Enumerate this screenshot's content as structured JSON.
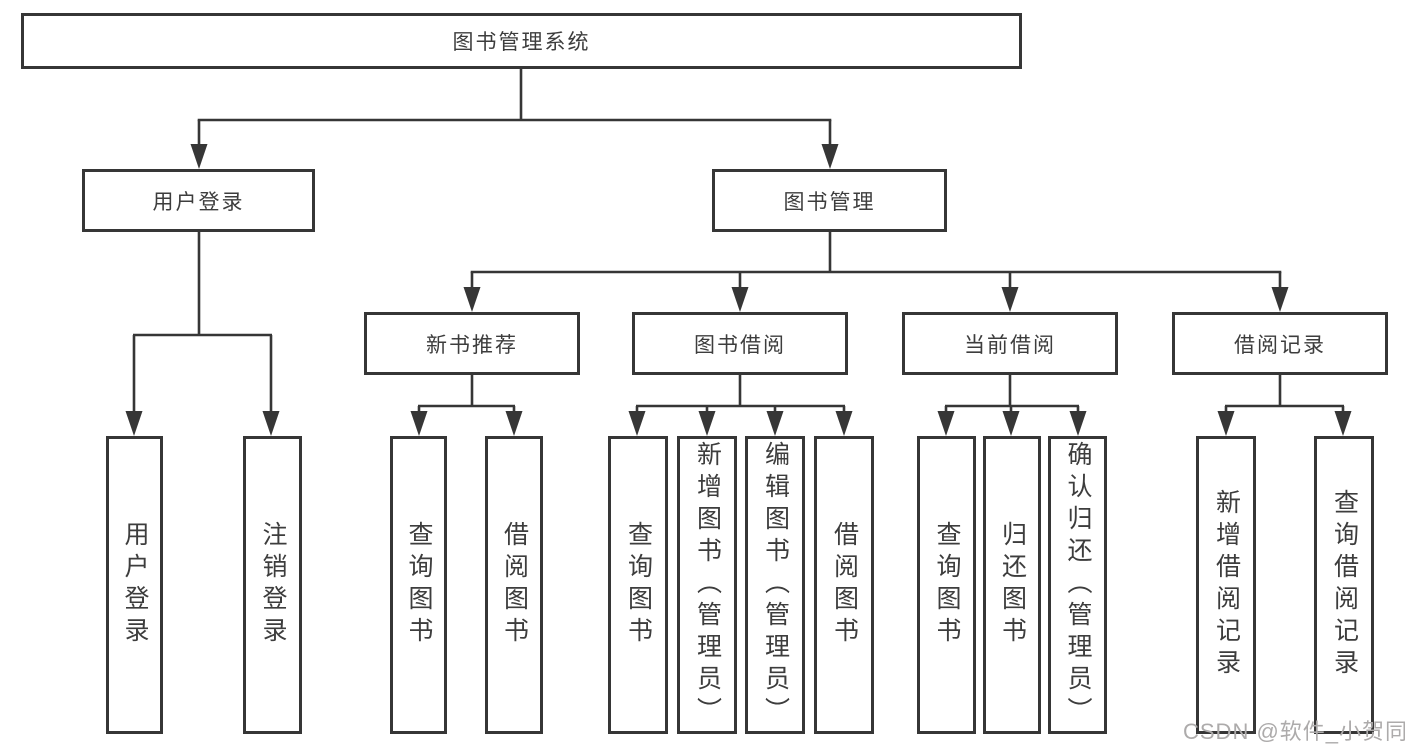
{
  "diagram": {
    "root": {
      "label": "图书管理系统"
    },
    "groups": [
      {
        "label": "用户登录",
        "children": [
          "用户登录",
          "注销登录"
        ]
      },
      {
        "label": "图书管理",
        "sections": [
          {
            "label": "新书推荐",
            "children": [
              "查询图书",
              "借阅图书"
            ]
          },
          {
            "label": "图书借阅",
            "children": [
              "查询图书",
              "新增图书（管理员）",
              "编辑图书（管理员）",
              "借阅图书"
            ]
          },
          {
            "label": "当前借阅",
            "children": [
              "查询图书",
              "归还图书",
              "确认归还（管理员）"
            ]
          },
          {
            "label": "借阅记录",
            "children": [
              "新增借阅记录",
              "查询借阅记录"
            ]
          }
        ]
      }
    ]
  },
  "watermark": {
    "text": "CSDN @软件_小贺同学"
  },
  "colors": {
    "line_color": "#363636",
    "text_color": "#3d3d3d",
    "box_background": "#ffffff",
    "watermark_color": "#adabab",
    "page_background": "#ffffff"
  }
}
